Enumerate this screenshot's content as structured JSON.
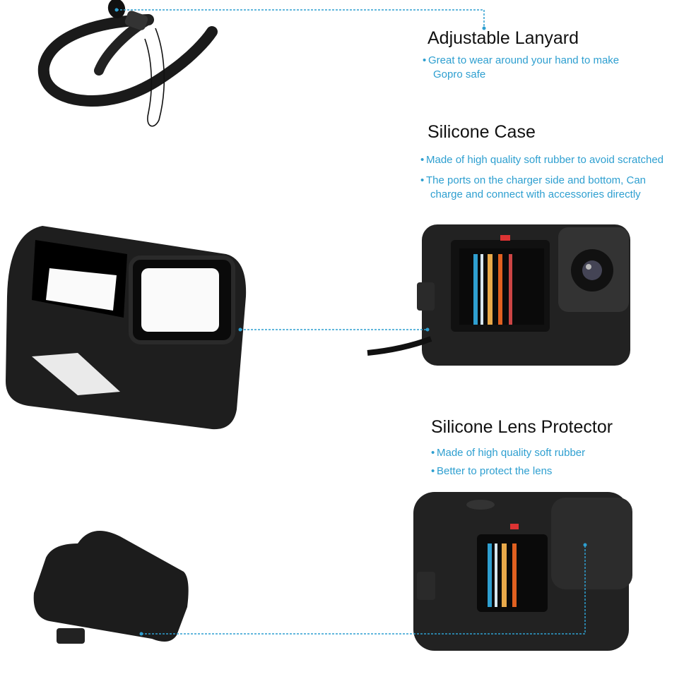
{
  "colors": {
    "accent": "#2e9fd0",
    "title": "#111111",
    "product": "#1c1c1c",
    "background": "#ffffff"
  },
  "sections": [
    {
      "title": "Adjustable Lanyard",
      "bullets": [
        {
          "line1": "Great to wear around your hand to make",
          "line2": "Gopro safe"
        }
      ],
      "image": "black-lanyard-strap"
    },
    {
      "title": "Silicone Case",
      "bullets": [
        {
          "line1": "Made of high quality soft rubber to avoid scratched",
          "line2": ""
        },
        {
          "line1": "The ports on the charger side and bottom, Can",
          "line2": "charge and connect with accessories directly"
        }
      ],
      "images": [
        "empty-silicone-case",
        "camera-in-silicone-case-charging"
      ]
    },
    {
      "title": "Silicone Lens Protector",
      "bullets": [
        {
          "line1": "Made of high quality soft rubber",
          "line2": ""
        },
        {
          "line1": "Better to protect the lens",
          "line2": ""
        }
      ],
      "images": [
        "lens-cap",
        "camera-with-lens-cap"
      ]
    }
  ],
  "bullet_glyph": "•"
}
